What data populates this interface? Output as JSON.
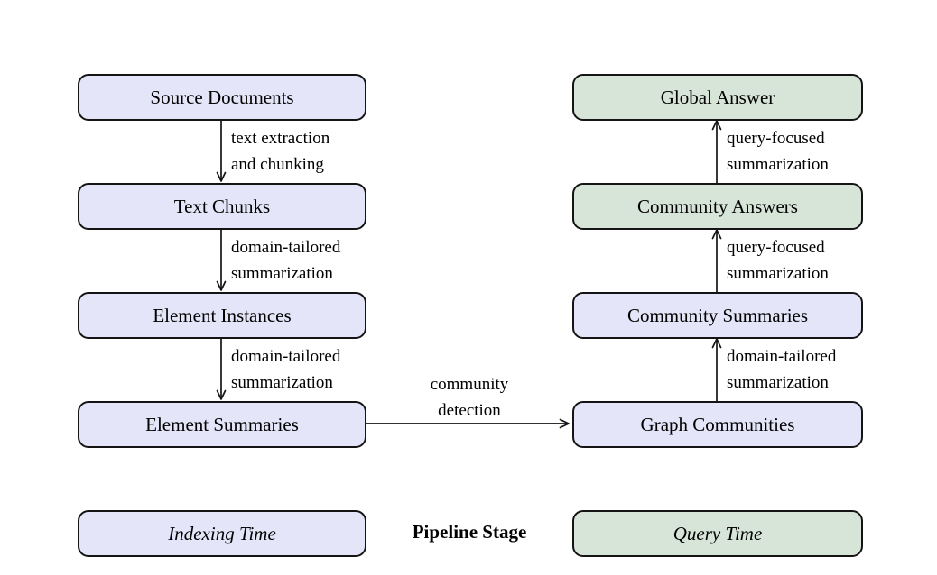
{
  "colors": {
    "indexing_fill": "#E5E5F9",
    "query_fill": "#D7E5D8",
    "border": "#141414",
    "text": "#000000",
    "background": "#FFFFFF"
  },
  "indexing_pipeline": {
    "nodes": {
      "source_documents": "Source Documents",
      "text_chunks": "Text Chunks",
      "element_instances": "Element Instances",
      "element_summaries": "Element Summaries"
    },
    "edges": {
      "extraction": {
        "line1": "text extraction",
        "line2": "and chunking"
      },
      "summarize_1": {
        "line1": "domain-tailored",
        "line2": "summarization"
      },
      "summarize_2": {
        "line1": "domain-tailored",
        "line2": "summarization"
      }
    }
  },
  "bridge_edge": {
    "line1": "community",
    "line2": "detection"
  },
  "query_pipeline": {
    "nodes": {
      "graph_communities": "Graph Communities",
      "community_summaries": "Community Summaries",
      "community_answers": "Community Answers",
      "global_answer": "Global Answer"
    },
    "edges": {
      "summarize_3": {
        "line1": "domain-tailored",
        "line2": "summarization"
      },
      "qfs_1": {
        "line1": "query-focused",
        "line2": "summarization"
      },
      "qfs_2": {
        "line1": "query-focused",
        "line2": "summarization"
      }
    }
  },
  "legend": {
    "indexing_time": "Indexing Time",
    "stage_label": "Pipeline Stage",
    "query_time": "Query Time"
  }
}
